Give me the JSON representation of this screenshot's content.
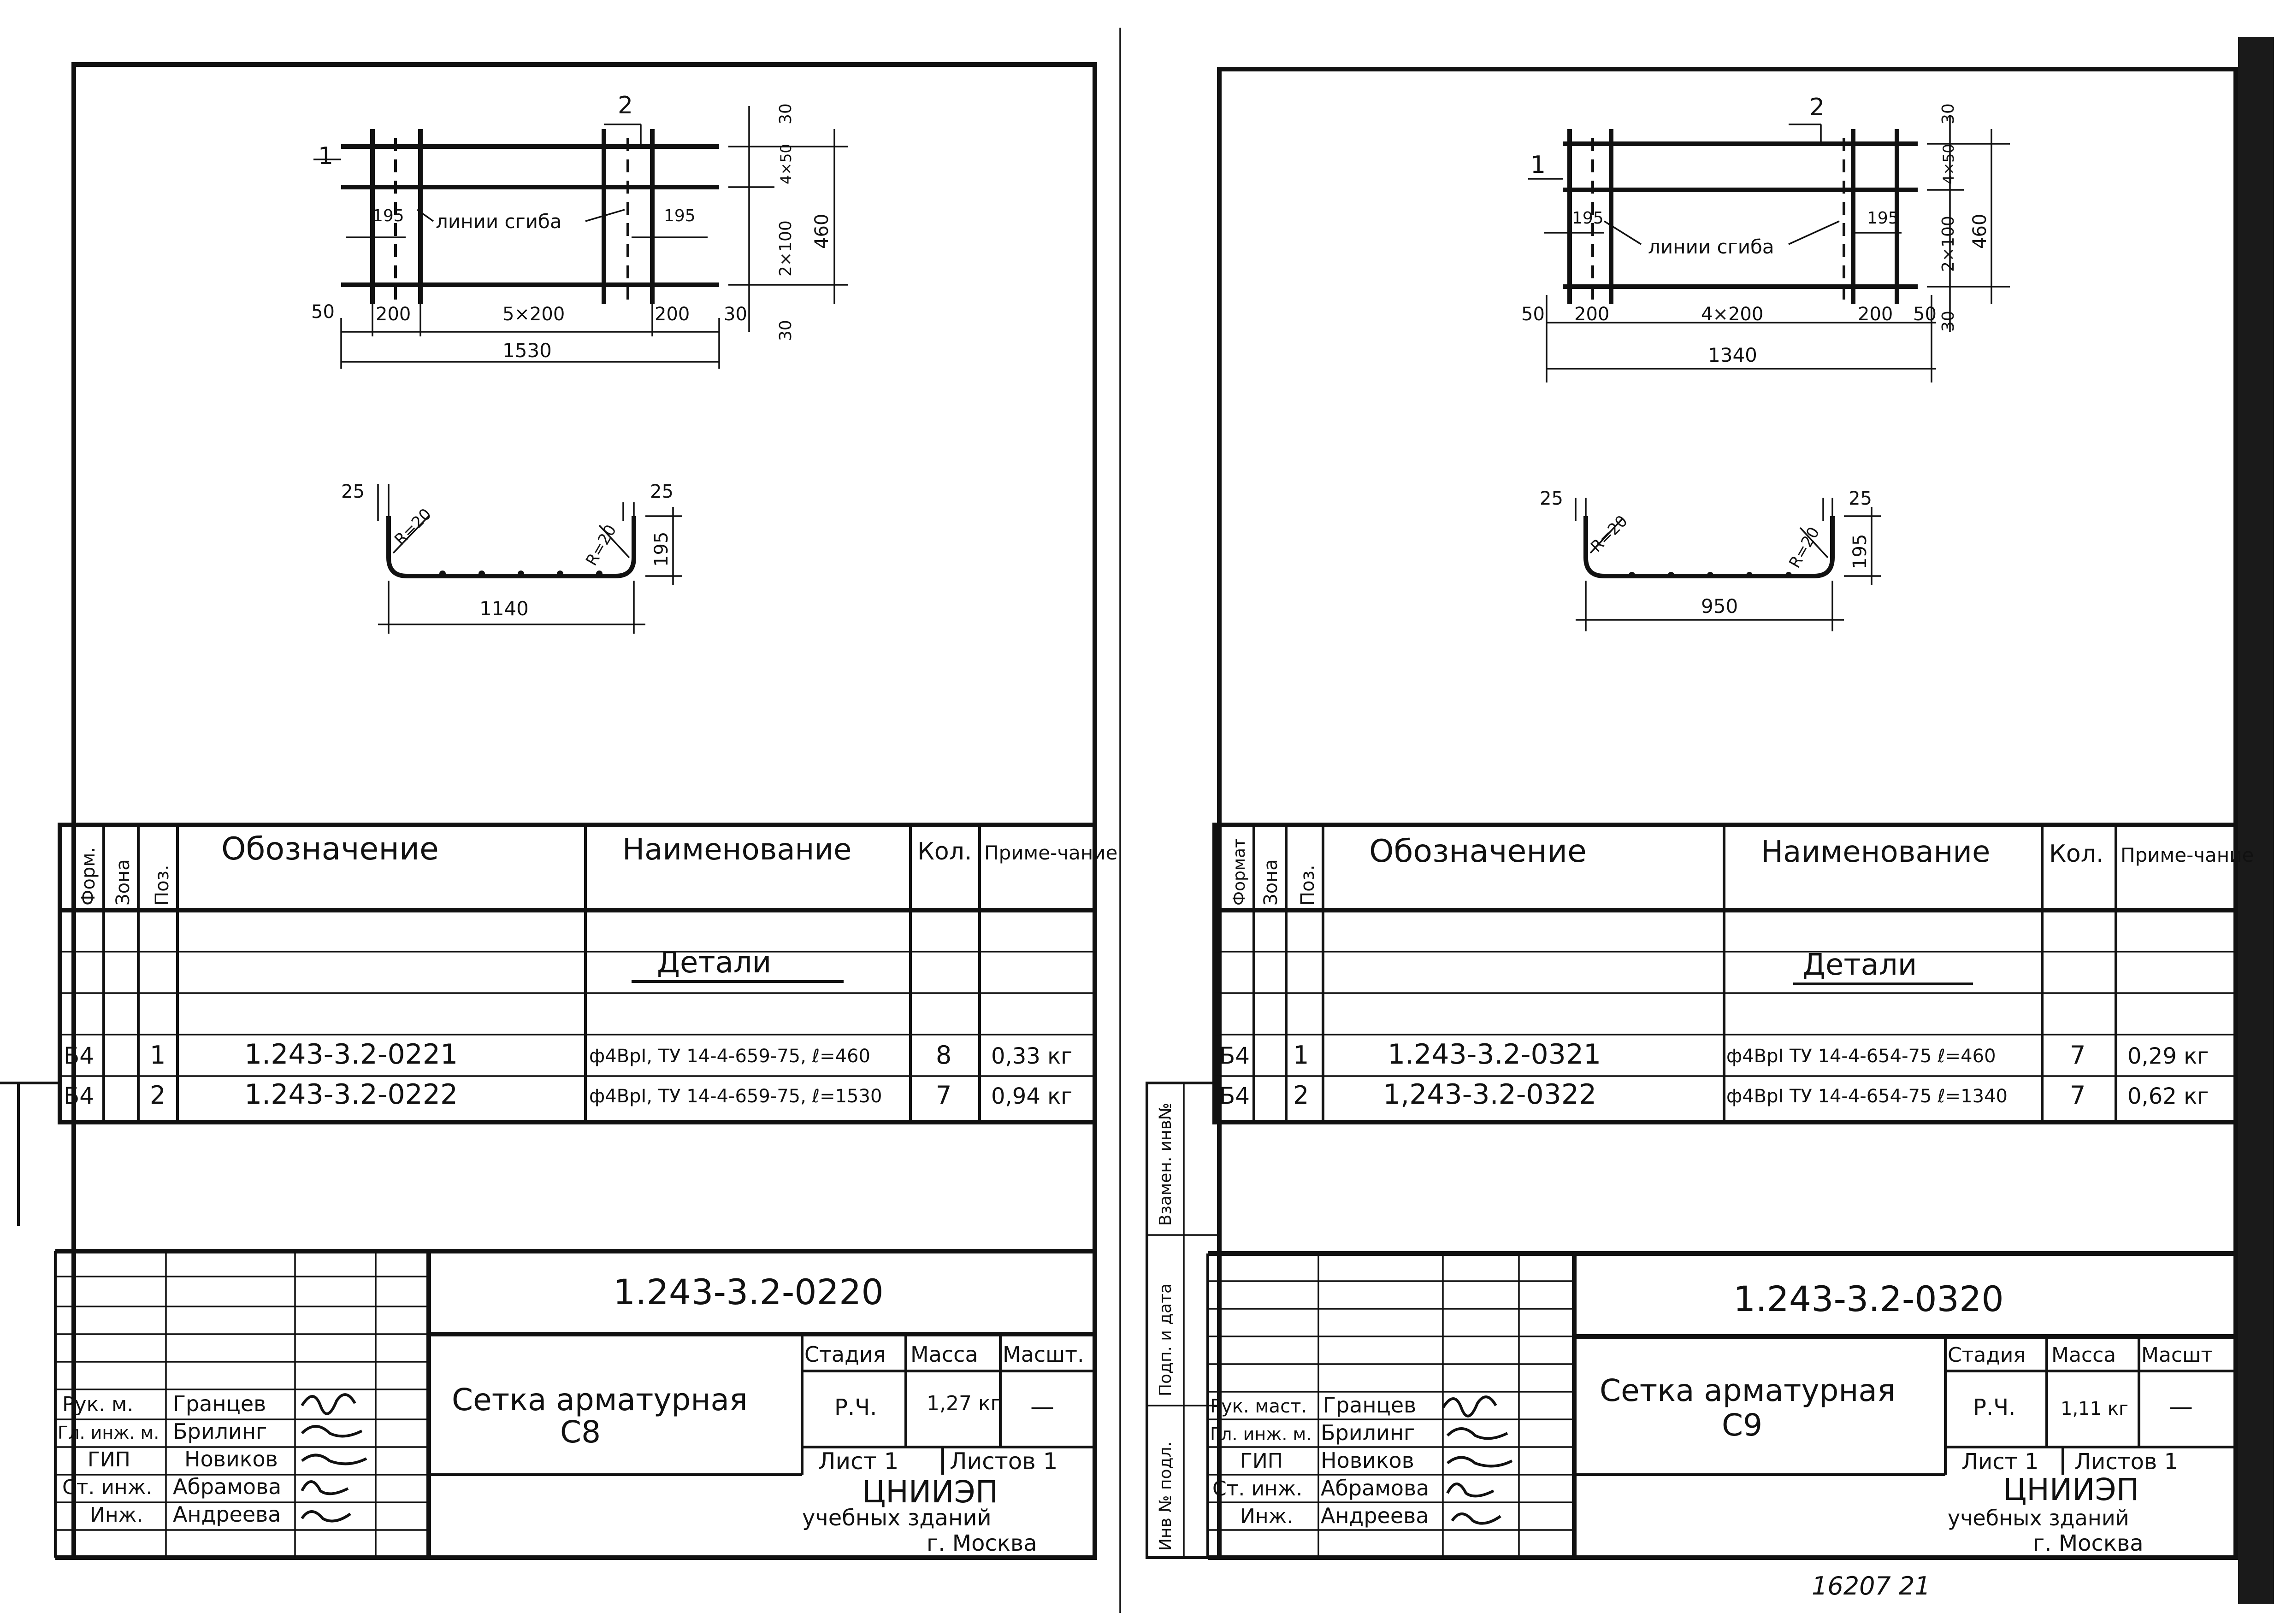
{
  "sheets": [
    {
      "id": "c8",
      "plan": {
        "pos1": "1",
        "pos2": "2",
        "bend_label": "линии сгиба",
        "dim_bend_left": "195",
        "dim_bend_right": "195",
        "dim_end_left": "50",
        "dim_edge_left": "200",
        "dim_middle": "5×200",
        "dim_edge_right": "200",
        "dim_end_right": "30",
        "dim_total": "1530",
        "dim_top_over": "30",
        "dim_top_gap": "4×50",
        "dim_body": "2×100",
        "dim_bottom_over": "30",
        "dim_height": "460"
      },
      "section": {
        "dim_top_left": "25",
        "radius_left": "R=20",
        "radius_right": "R=20",
        "dim_top_right": "25",
        "dim_side": "195",
        "dim_width": "1140"
      },
      "spec": {
        "headers": {
          "format": "Форм.",
          "zone": "Зона",
          "pos": "Поз.",
          "designation": "Обозначение",
          "name": "Наименование",
          "qty": "Кол.",
          "note": "Приме-чание"
        },
        "section_title": "Детали",
        "rows": [
          {
            "format": "Б4",
            "pos": "1",
            "designation": "1.243-3.2-0221",
            "name": "ф4ВрI, ТУ 14-4-659-75, ℓ=460",
            "qty": "8",
            "note": "0,33 кг"
          },
          {
            "format": "Б4",
            "pos": "2",
            "designation": "1.243-3.2-0222",
            "name": "ф4ВрI, ТУ 14-4-659-75, ℓ=1530",
            "qty": "7",
            "note": "0,94 кг"
          }
        ]
      },
      "title": {
        "code": "1.243-3.2-0220",
        "name_line1": "Сетка арматурная",
        "name_line2": "С8",
        "stage_h": "Стадия",
        "mass_h": "Масса",
        "scale_h": "Масшт.",
        "stage": "Р.Ч.",
        "mass": "1,27 кг",
        "scale": "—",
        "sheet": "Лист 1",
        "sheets": "Листов 1",
        "org1": "ЦНИИЭП",
        "org2": "учебных зданий",
        "org3": "г. Москва",
        "people": [
          {
            "role": "Рук. м.",
            "name": "Гранцев"
          },
          {
            "role": "Гл. инж. м.",
            "name": "Брилинг"
          },
          {
            "role": "ГИП",
            "name": "Новиков"
          },
          {
            "role": "Ст. инж.",
            "name": "Абрамова"
          },
          {
            "role": "Инж.",
            "name": "Андреева"
          }
        ]
      }
    },
    {
      "id": "c9",
      "plan": {
        "pos1": "1",
        "pos2": "2",
        "bend_label": "линии сгиба",
        "dim_bend_left": "195",
        "dim_bend_right": "195",
        "dim_end_left": "50",
        "dim_edge_left": "200",
        "dim_middle": "4×200",
        "dim_edge_right": "200",
        "dim_end_right": "50",
        "dim_total": "1340",
        "dim_top_over": "30",
        "dim_top_gap": "4×50",
        "dim_body": "2×100",
        "dim_bottom_over": "30",
        "dim_height": "460"
      },
      "section": {
        "dim_top_left": "25",
        "radius_left": "R=20",
        "radius_right": "R=20",
        "dim_top_right": "25",
        "dim_side": "195",
        "dim_width": "950"
      },
      "spec": {
        "headers": {
          "format": "Формат",
          "zone": "Зона",
          "pos": "Поз.",
          "designation": "Обозначение",
          "name": "Наименование",
          "qty": "Кол.",
          "note": "Приме-чание"
        },
        "section_title": "Детали",
        "rows": [
          {
            "format": "Б4",
            "pos": "1",
            "designation": "1.243-3.2-0321",
            "name": "ф4ВрI ТУ 14-4-654-75 ℓ=460",
            "qty": "7",
            "note": "0,29 кг"
          },
          {
            "format": "Б4",
            "pos": "2",
            "designation": "1,243-3.2-0322",
            "name": "ф4ВрI ТУ 14-4-654-75 ℓ=1340",
            "qty": "7",
            "note": "0,62 кг"
          }
        ]
      },
      "title": {
        "code": "1.243-3.2-0320",
        "name_line1": "Сетка арматурная",
        "name_line2": "С9",
        "stage_h": "Стадия",
        "mass_h": "Масса",
        "scale_h": "Масшт",
        "stage": "Р.Ч.",
        "mass": "1,11 кг",
        "scale": "—",
        "sheet": "Лист 1",
        "sheets": "Листов 1",
        "org1": "ЦНИИЭП",
        "org2": "учебных зданий",
        "org3": "г. Москва",
        "people": [
          {
            "role": "Рук. маст.",
            "name": "Гранцев"
          },
          {
            "role": "Гл. инж. м.",
            "name": "Брилинг"
          },
          {
            "role": "ГИП",
            "name": "Новиков"
          },
          {
            "role": "Ст. инж.",
            "name": "Абрамова"
          },
          {
            "role": "Инж.",
            "name": "Андреева"
          }
        ]
      }
    }
  ],
  "side_stamp": {
    "f1": "Взамен. инв№",
    "f2": "Подп. и дата",
    "f3": "Инв № подл."
  },
  "footer_note": "16207  21"
}
